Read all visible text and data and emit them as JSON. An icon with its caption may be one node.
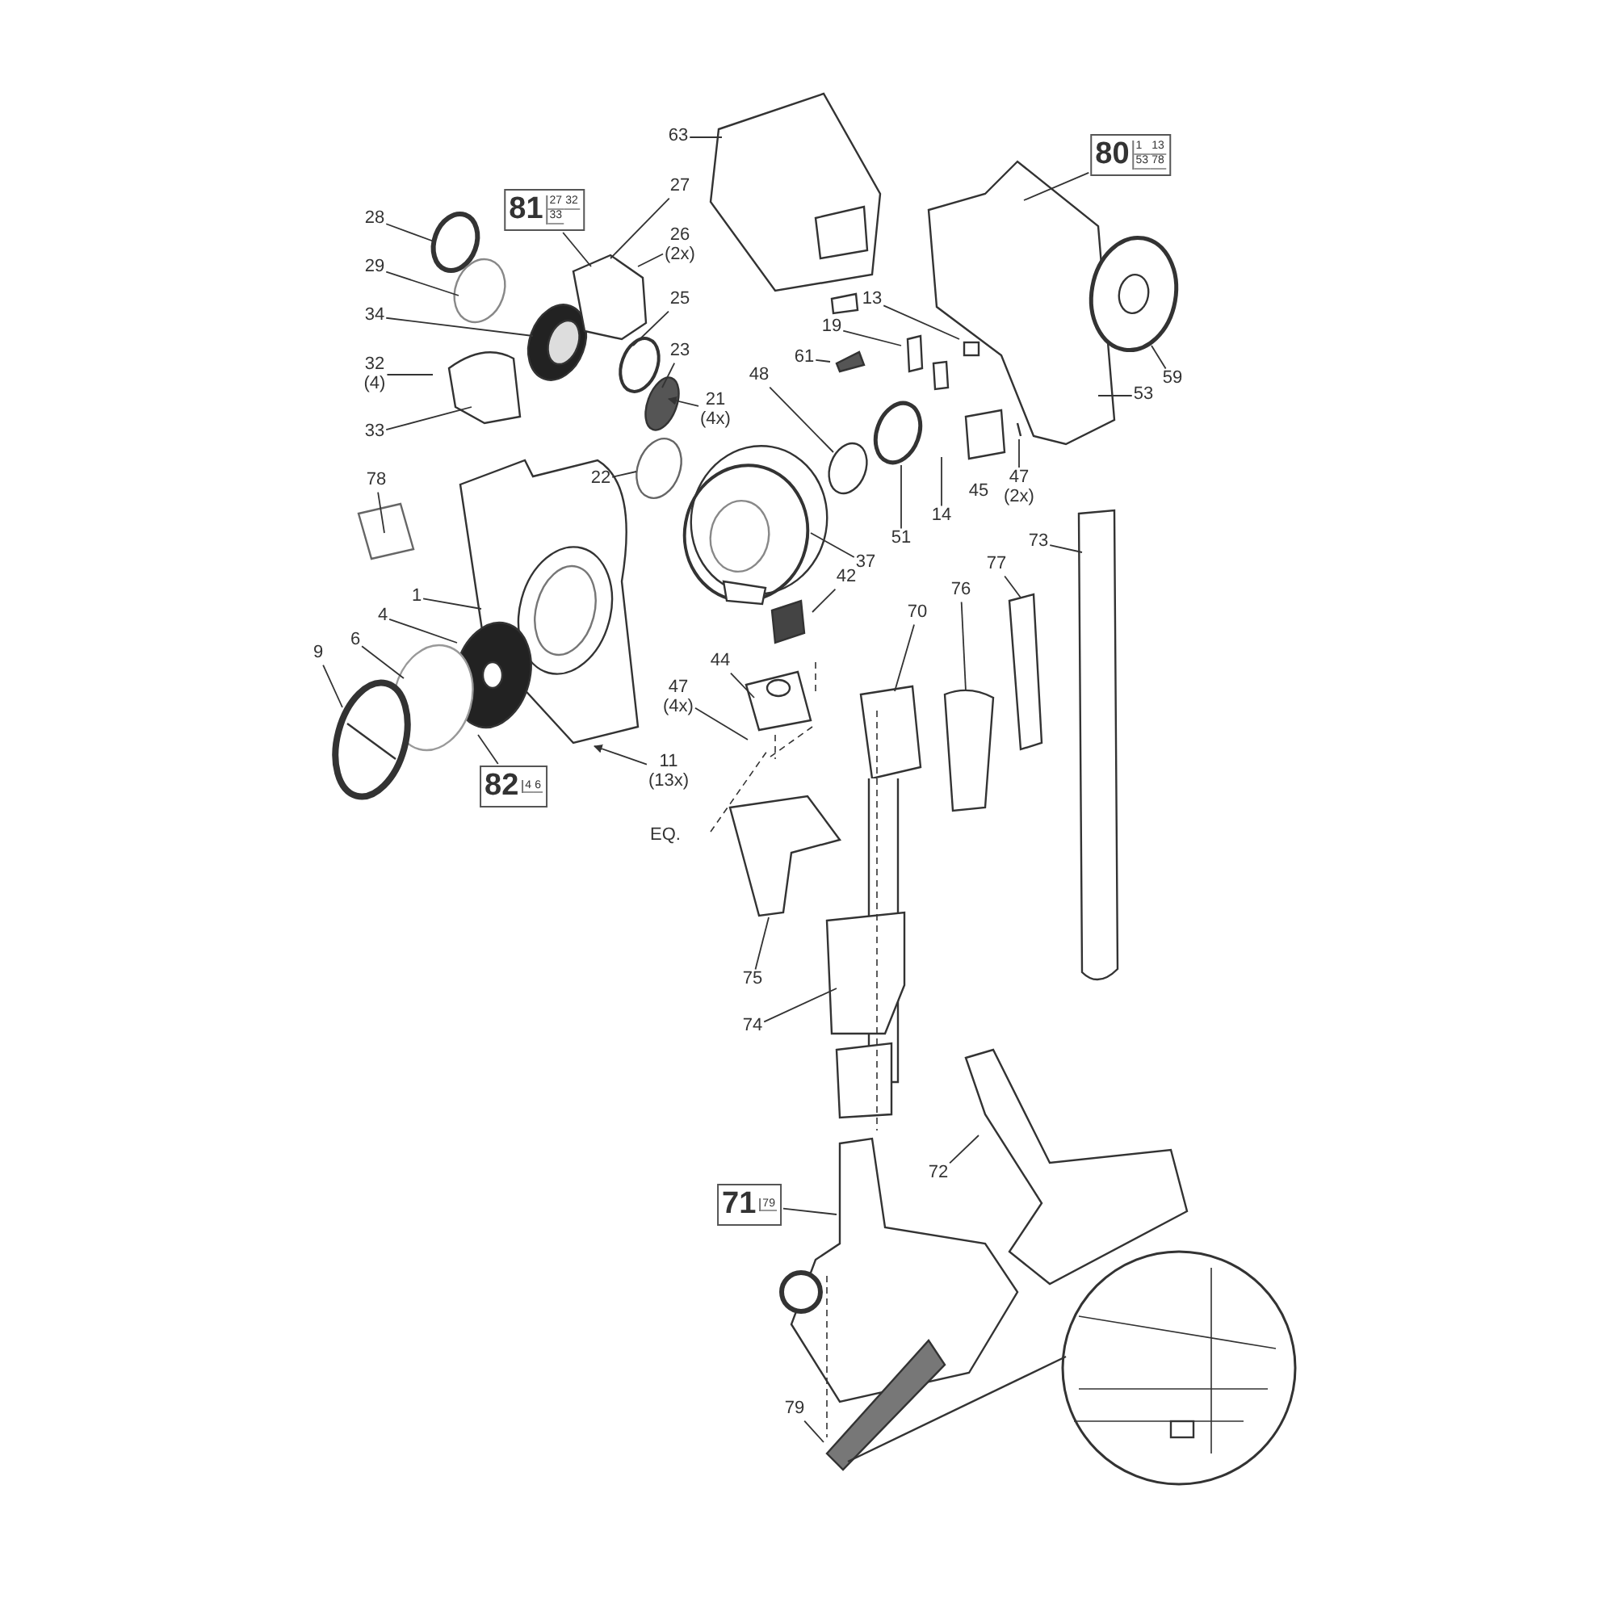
{
  "diagram": {
    "nodes": [
      {
        "text": [
          "28"
        ]
      },
      {
        "text": [
          "29"
        ]
      },
      {
        "text": [
          "34"
        ]
      },
      {
        "text": [
          "32 (4)"
        ]
      },
      {
        "text": [
          "33"
        ]
      },
      {
        "text": [
          "81",
          "27",
          "32",
          "33"
        ]
      },
      {
        "text": [
          "27"
        ]
      },
      {
        "text": [
          "26 (2x)"
        ]
      },
      {
        "text": [
          "25"
        ]
      },
      {
        "text": [
          "23"
        ]
      },
      {
        "text": [
          "21 (4x)"
        ]
      },
      {
        "text": [
          "22"
        ]
      },
      {
        "text": [
          "78"
        ]
      },
      {
        "text": [
          "1"
        ]
      },
      {
        "text": [
          "4"
        ]
      },
      {
        "text": [
          "6"
        ]
      },
      {
        "text": [
          "9"
        ]
      },
      {
        "text": [
          "82",
          "4",
          "6"
        ]
      },
      {
        "text": [
          "11 (13x)"
        ]
      },
      {
        "text": [
          "63"
        ]
      },
      {
        "text": [
          "80",
          "1",
          "13",
          "53",
          "78"
        ]
      },
      {
        "text": [
          "13"
        ]
      },
      {
        "text": [
          "19"
        ]
      },
      {
        "text": [
          "61"
        ]
      },
      {
        "text": [
          "48"
        ]
      },
      {
        "text": [
          "51"
        ]
      },
      {
        "text": [
          "14"
        ]
      },
      {
        "text": [
          "47 (2x)"
        ]
      },
      {
        "text": [
          "59"
        ]
      },
      {
        "text": [
          "53"
        ]
      },
      {
        "text": [
          "37"
        ]
      },
      {
        "text": [
          "42"
        ]
      },
      {
        "text": [
          "44"
        ]
      },
      {
        "text": [
          "47 (4x)"
        ]
      },
      {
        "text": [
          "70"
        ]
      },
      {
        "text": [
          "76"
        ]
      },
      {
        "text": [
          "77"
        ]
      },
      {
        "text": [
          "73"
        ]
      },
      {
        "text": [
          "75"
        ]
      },
      {
        "text": [
          "74"
        ]
      },
      {
        "text": [
          "72"
        ]
      },
      {
        "text": [
          "71",
          "79"
        ]
      },
      {
        "text": [
          "79"
        ]
      }
    ],
    "edges": [
      {
        "from": 0,
        "to": null,
        "arrow": "none"
      },
      {
        "from": 1,
        "to": null,
        "arrow": "none"
      },
      {
        "from": 2,
        "to": null,
        "arrow": "none"
      },
      {
        "from": 3,
        "to": null,
        "arrow": "none"
      },
      {
        "from": 4,
        "to": null,
        "arrow": "none"
      },
      {
        "from": 5,
        "to": null,
        "arrow": "none"
      },
      {
        "from": 6,
        "to": null,
        "arrow": "none"
      },
      {
        "from": 7,
        "to": null,
        "arrow": "none"
      },
      {
        "from": 8,
        "to": null,
        "arrow": "none"
      },
      {
        "from": 9,
        "to": null,
        "arrow": "none"
      },
      {
        "from": 10,
        "to": null,
        "arrow": "to"
      },
      {
        "from": 11,
        "to": null,
        "arrow": "none"
      },
      {
        "from": 12,
        "to": null,
        "arrow": "none"
      },
      {
        "from": 13,
        "to": null,
        "arrow": "none"
      },
      {
        "from": 14,
        "to": null,
        "arrow": "none"
      },
      {
        "from": 15,
        "to": null,
        "arrow": "none"
      },
      {
        "from": 16,
        "to": null,
        "arrow": "none"
      },
      {
        "from": 17,
        "to": null,
        "arrow": "none"
      },
      {
        "from": 18,
        "to": null,
        "arrow": "to"
      },
      {
        "from": 19,
        "to": null,
        "arrow": "none"
      },
      {
        "from": 20,
        "to": null,
        "arrow": "none"
      },
      {
        "from": 21,
        "to": null,
        "arrow": "none"
      },
      {
        "from": 22,
        "to": null,
        "arrow": "none"
      },
      {
        "from": 23,
        "to": null,
        "arrow": "none"
      },
      {
        "from": 24,
        "to": null,
        "arrow": "none"
      },
      {
        "from": 25,
        "to": null,
        "arrow": "none"
      },
      {
        "from": 26,
        "to": null,
        "arrow": "none"
      },
      {
        "from": 27,
        "to": null,
        "arrow": "none"
      },
      {
        "from": 28,
        "to": null,
        "arrow": "none"
      },
      {
        "from": 29,
        "to": null,
        "arrow": "none"
      },
      {
        "from": 30,
        "to": null,
        "arrow": "none"
      },
      {
        "from": 31,
        "to": null,
        "arrow": "none"
      },
      {
        "from": 32,
        "to": null,
        "arrow": "none"
      },
      {
        "from": 33,
        "to": null,
        "arrow": "none"
      },
      {
        "from": 34,
        "to": null,
        "arrow": "none"
      },
      {
        "from": 35,
        "to": null,
        "arrow": "none"
      },
      {
        "from": 36,
        "to": null,
        "arrow": "none"
      },
      {
        "from": 37,
        "to": null,
        "arrow": "none"
      },
      {
        "from": 38,
        "to": null,
        "arrow": "none"
      },
      {
        "from": 39,
        "to": null,
        "arrow": "none"
      },
      {
        "from": 40,
        "to": null,
        "arrow": "none"
      },
      {
        "from": 41,
        "to": null,
        "arrow": "none"
      },
      {
        "from": 42,
        "to": null,
        "arrow": "none"
      }
    ],
    "labels": [
      "45",
      "EQ."
    ]
  }
}
